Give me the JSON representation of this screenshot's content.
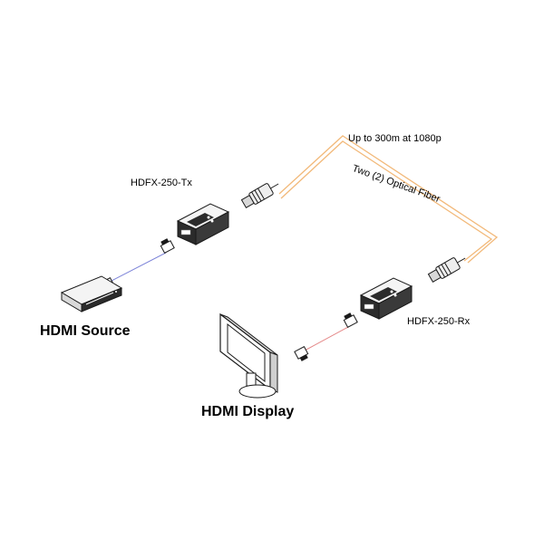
{
  "labels": {
    "transmitter": "HDFX-250-Tx",
    "receiver": "HDFX-250-Rx",
    "distance": "Up to 300m at 1080p",
    "fiber": "Two (2) Optical Fiber",
    "source": "HDMI Source",
    "display": "HDMI Display"
  },
  "colors": {
    "fiber": "#f2b97a",
    "hdmi_cable_tx": "#7f86d9",
    "hdmi_cable_rx": "#e58a8a",
    "outline": "#1a1a1a",
    "device_dark": "#2b2b2b",
    "device_light": "#f4f4f4"
  }
}
